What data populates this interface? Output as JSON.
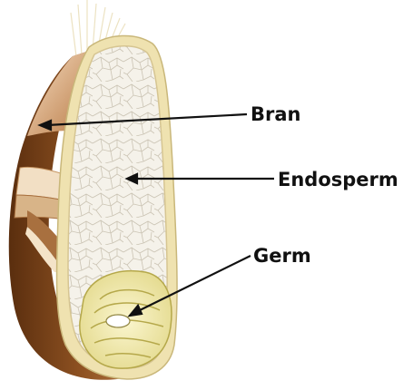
{
  "labels": {
    "bran": "Bran",
    "endosperm": "Endosperm",
    "germ": "Germ"
  },
  "colors": {
    "bran_dark": "#6b3a14",
    "bran_mid": "#9b5a25",
    "bran_light": "#e2b98f",
    "endosperm_fill": "#f4f1e8",
    "endosperm_vein": "#cfc8b8",
    "germ_fill": "#eee6a2",
    "germ_stroke": "#b5a84a",
    "rim": "#e7d9a3",
    "label": "#111111"
  }
}
